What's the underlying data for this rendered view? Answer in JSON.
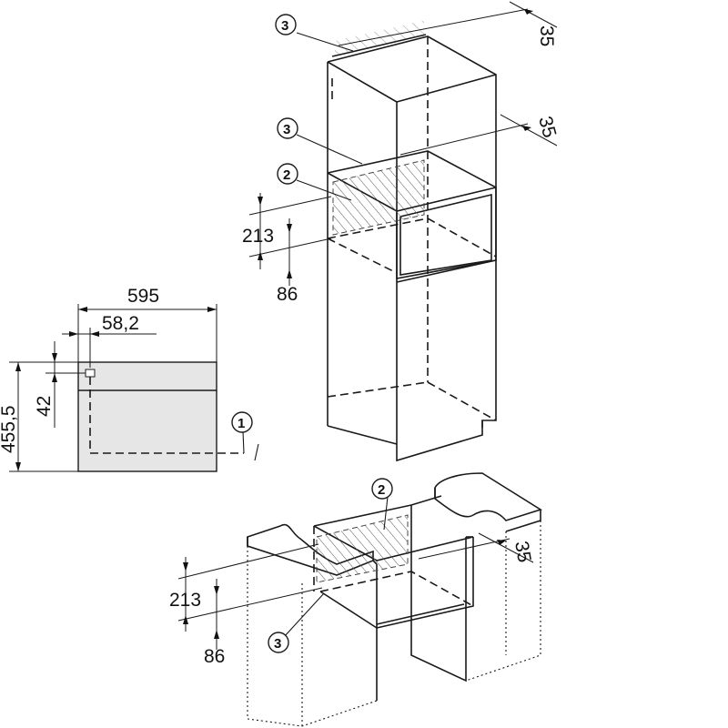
{
  "front_view": {
    "width_label": "595",
    "offset_label": "58,2",
    "height_label": "455,5",
    "connector_height_label": "42",
    "panel_color": "#e6e6e6"
  },
  "tall_unit": {
    "gap_label": "213",
    "bottom_label": "86",
    "top_depth_label": "35",
    "mid_depth_label": "35"
  },
  "base_unit": {
    "gap_label": "213",
    "bottom_label": "86",
    "depth_label": "35"
  },
  "callouts": {
    "c1": "1",
    "c2_tall": "2",
    "c3_top": "3",
    "c3_mid": "3",
    "c2_base": "2",
    "c3_base": "3"
  }
}
